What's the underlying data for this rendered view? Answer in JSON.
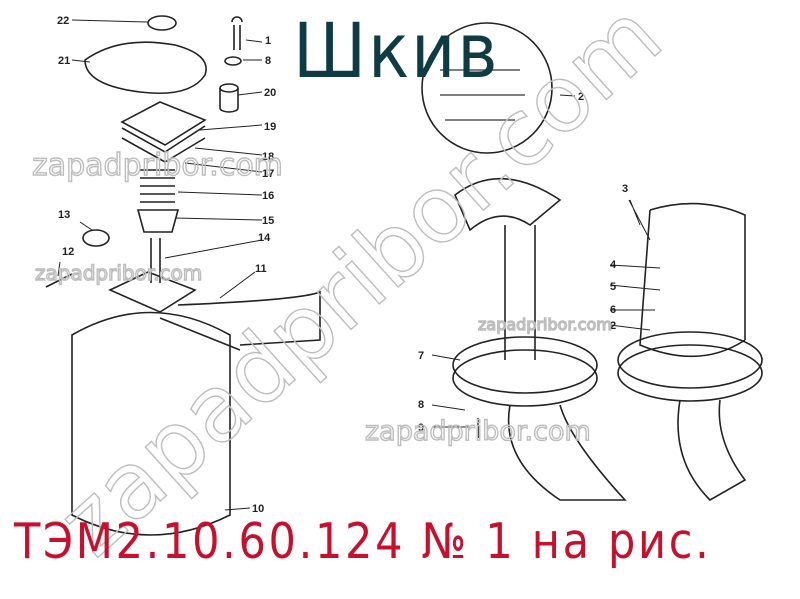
{
  "title": "Шкив",
  "caption": "ТЭМ2.10.60.124 № 1 на рис.",
  "watermark": "zapadpribor.com",
  "colors": {
    "title": "#0e3c42",
    "caption": "#c8102e",
    "watermark": "#bdbdbd",
    "drawing": "#222222"
  },
  "callouts_left": [
    "22",
    "1",
    "21",
    "8",
    "20",
    "19",
    "18",
    "17",
    "16",
    "15",
    "13",
    "14",
    "12",
    "11",
    "10"
  ],
  "callouts_right": [
    "2",
    "3",
    "4",
    "5",
    "6",
    "2",
    "7",
    "8",
    "9"
  ]
}
